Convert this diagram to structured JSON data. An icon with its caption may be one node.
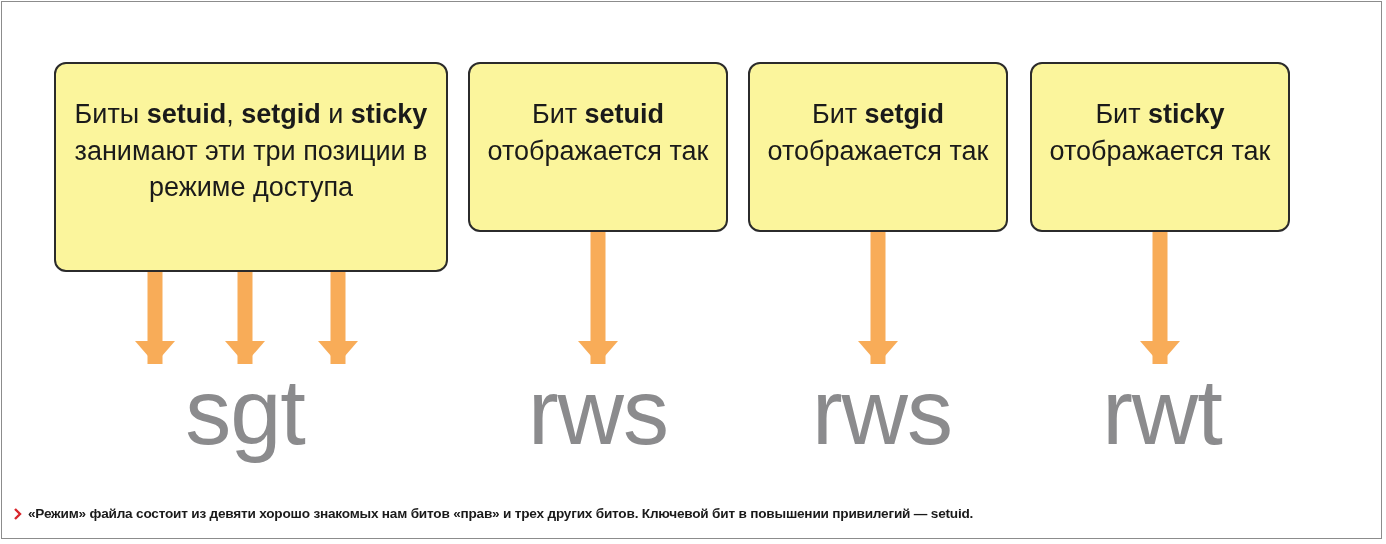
{
  "diagram": {
    "caption": "«Режим» файла состоит из девяти хорошо знакомых нам битов «прав» и трех других битов. Ключевой бит в повышении привилегий — setuid.",
    "nodes": [
      {
        "text": [
          "Биты **setuid**, **setgid** и **sticky** занимают эти три позиции в режиме доступа"
        ]
      },
      {
        "text": [
          "Бит **setuid** отображается так"
        ]
      },
      {
        "text": [
          "Бит **setgid** отображается так"
        ]
      },
      {
        "text": [
          "Бит **sticky** отображается так"
        ]
      },
      {
        "text": [
          "sgt"
        ]
      },
      {
        "text": [
          "rws"
        ]
      },
      {
        "text": [
          "rws"
        ]
      },
      {
        "text": [
          "rwt"
        ]
      }
    ],
    "edges": [
      {
        "from": 0,
        "to": 4,
        "arrow": "to"
      },
      {
        "from": 0,
        "to": 4,
        "arrow": "to"
      },
      {
        "from": 0,
        "to": 4,
        "arrow": "to"
      },
      {
        "from": 1,
        "to": 5,
        "arrow": "to"
      },
      {
        "from": 2,
        "to": 6,
        "arrow": "to"
      },
      {
        "from": 3,
        "to": 7,
        "arrow": "to"
      }
    ]
  }
}
